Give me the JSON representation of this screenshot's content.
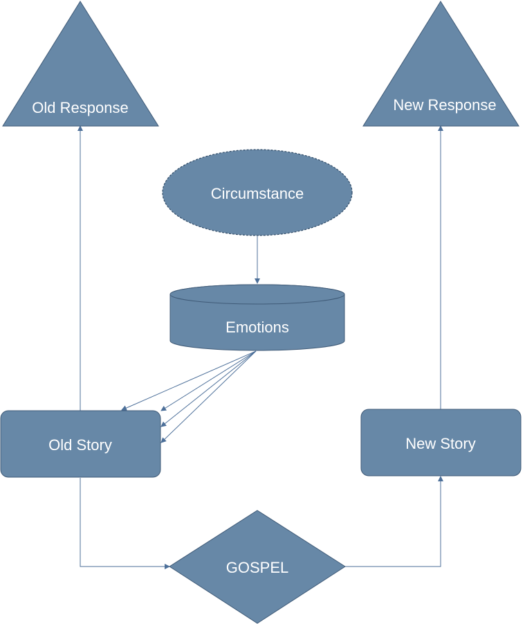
{
  "nodes": {
    "old_response": "Old Response",
    "new_response": "New Response",
    "circumstance": "Circumstance",
    "emotions": "Emotions",
    "old_story": "Old Story",
    "new_story": "New Story",
    "gospel": "GOSPEL"
  },
  "colors": {
    "node_fill": "#6788a7",
    "edge": "#4c6f99",
    "label_text": "#ffffff"
  }
}
